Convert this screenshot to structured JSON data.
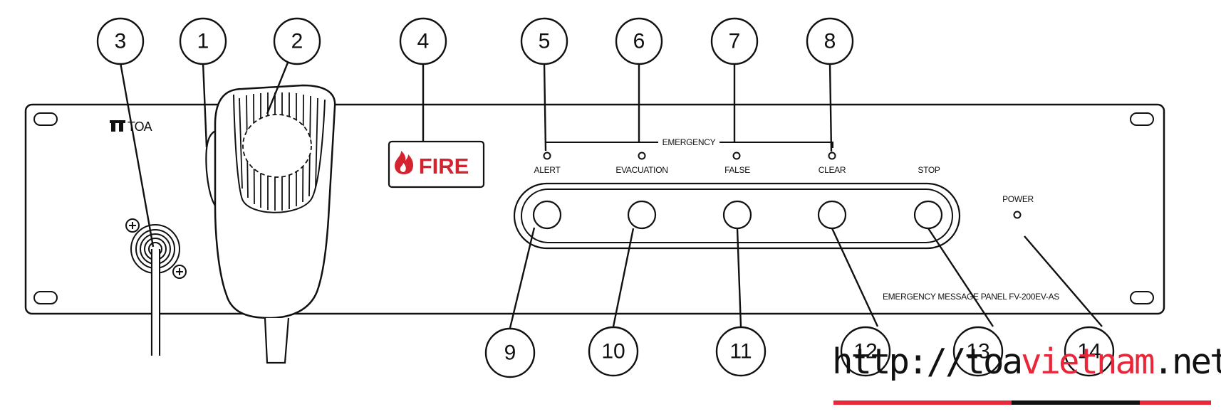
{
  "brand": "TOA",
  "fire_label": "FIRE",
  "emergency_label": "EMERGENCY",
  "indicators": [
    "ALERT",
    "EVACUATION",
    "FALSE",
    "CLEAR"
  ],
  "stop_label": "STOP",
  "power_label": "POWER",
  "model_label": "EMERGENCY MESSAGE PANEL FV-200EV-AS",
  "callouts": [
    "1",
    "2",
    "3",
    "4",
    "5",
    "6",
    "7",
    "8",
    "9",
    "10",
    "11",
    "12",
    "13",
    "14"
  ],
  "watermark": {
    "prefix": "http://",
    "brand_a": "toa",
    "brand_b": "vietnam",
    "suffix": ".net"
  },
  "colors": {
    "fire_red": "#d4232e",
    "watermark_red": "#e8283a",
    "line": "#111111"
  }
}
